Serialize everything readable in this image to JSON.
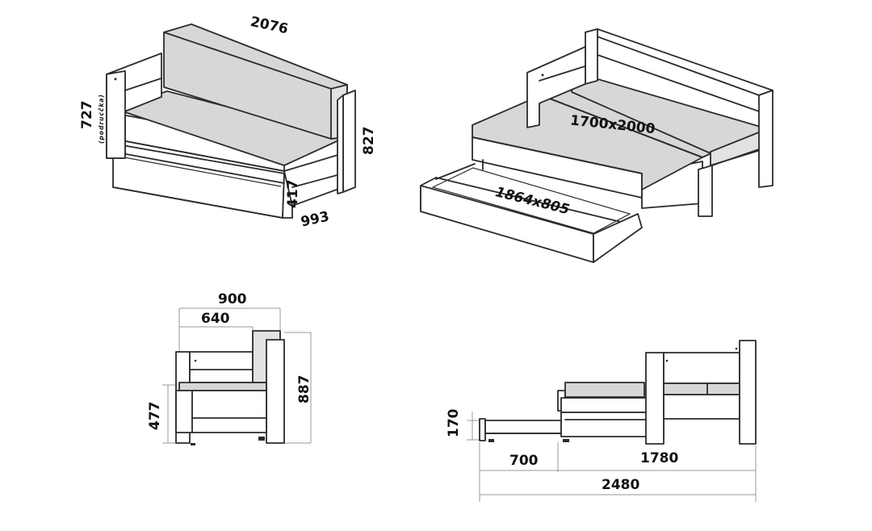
{
  "views": {
    "sofa_iso": {
      "width": "2076",
      "armrest_height": "727",
      "armrest_note": "(podrucčka)",
      "back_height": "827",
      "seat_height": "417",
      "depth": "993"
    },
    "bed_iso": {
      "main_bed": "1700x2000",
      "drawer_bed": "1864x805"
    },
    "side_view": {
      "total_depth": "900",
      "seat_depth": "640",
      "total_height": "887",
      "seat_height": "477"
    },
    "bed_side_view": {
      "drawer_height": "170",
      "drawer_length": "700",
      "bed_length": "1780",
      "total_length": "2480"
    }
  }
}
